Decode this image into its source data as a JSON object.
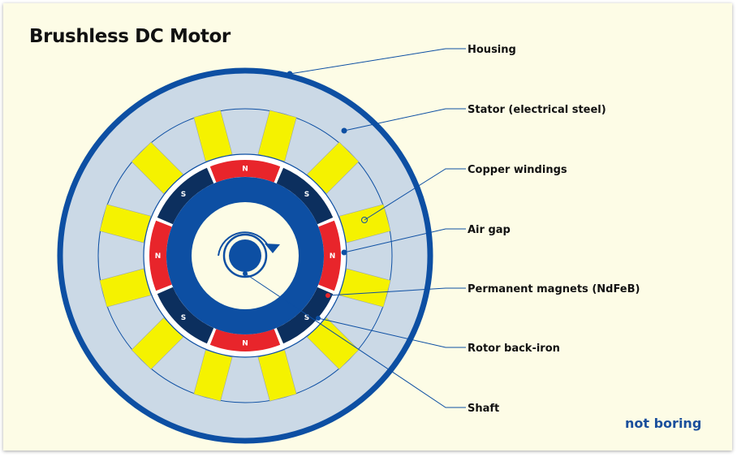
{
  "title": "Brushless DC Motor",
  "brand": "not boring",
  "labels": {
    "housing": "Housing",
    "stator": "Stator (electrical steel)",
    "windings": "Copper windings",
    "air_gap": "Air gap",
    "magnets": "Permanent magnets (NdFeB)",
    "back_iron": "Rotor back-iron",
    "shaft": "Shaft"
  },
  "magnet_poles": [
    "N",
    "S",
    "N",
    "S",
    "N",
    "S",
    "N",
    "S"
  ],
  "colors": {
    "background": "#fdfce6",
    "housing": "#0d4fa3",
    "stator": "#cbd9e6",
    "winding": "#f5f200",
    "north_pole": "#e8252b",
    "south_pole": "#0c2f5e",
    "rotor": "#0d4fa3",
    "shaft": "#0d4fa3",
    "leader_line": "#0d4fa3",
    "brand": "#1b4f9c"
  },
  "icons": [
    "rotation-arrow-icon"
  ]
}
